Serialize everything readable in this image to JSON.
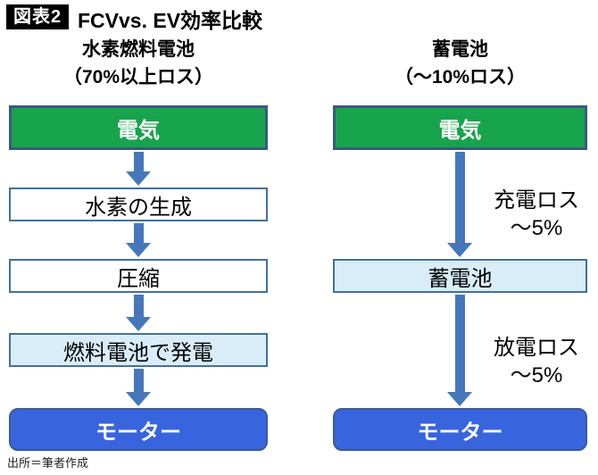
{
  "title": {
    "badge": "図表2",
    "text": "FCVvs. EV効率比較"
  },
  "source": "出所＝筆者作成",
  "columns": [
    {
      "id": "fcv",
      "header_line1": "水素燃料電池",
      "header_line2": "（70%以上ロス）",
      "nodes": [
        {
          "label": "電気",
          "style": "green"
        },
        {
          "label": "水素の生成",
          "style": "white"
        },
        {
          "label": "圧縮",
          "style": "white"
        },
        {
          "label": "燃料電池で発電",
          "style": "lightblue"
        },
        {
          "label": "モーター",
          "style": "blue"
        }
      ]
    },
    {
      "id": "ev",
      "header_line1": "蓄電池",
      "header_line2": "（～10%ロス）",
      "nodes": [
        {
          "label": "電気",
          "style": "green"
        },
        {
          "label": "蓄電池",
          "style": "lightblue"
        },
        {
          "label": "モーター",
          "style": "blue"
        }
      ],
      "arrow_labels": [
        {
          "line1": "充電ロス",
          "line2": "～5%"
        },
        {
          "line1": "放電ロス",
          "line2": "～5%"
        }
      ]
    }
  ],
  "colors": {
    "green_fill": "#18A34D",
    "green_border": "#3A5A7D",
    "white_box_border": "#41719C",
    "lightblue_fill": "#D9EDF9",
    "blue_fill": "#3864DE",
    "blue_border": "#3C5A96",
    "arrow": "#4677BB",
    "badge_bg": "#000000",
    "badge_text": "#FFFFFF"
  }
}
